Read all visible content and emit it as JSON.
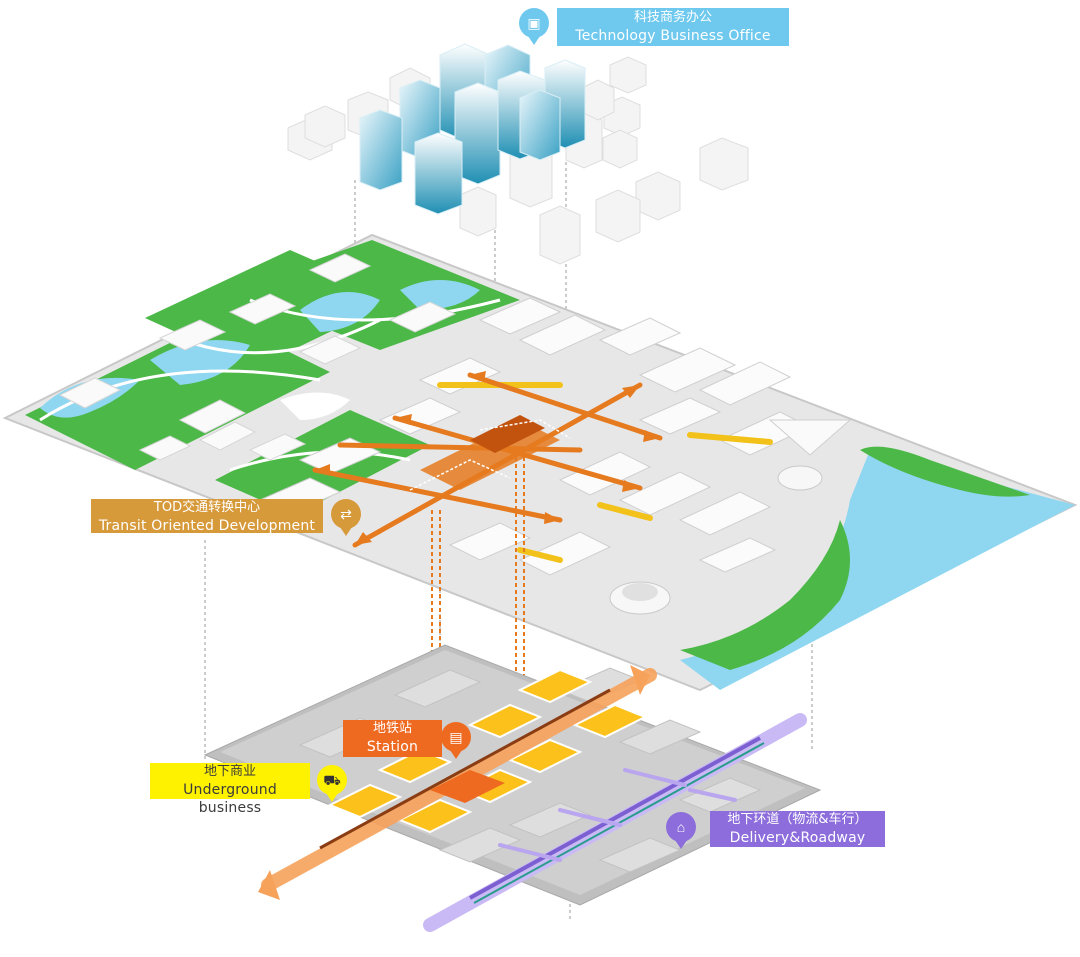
{
  "labels": {
    "office": {
      "cn": "科技商务办公",
      "en": "Technology Business Office",
      "color": "#6fc9ee"
    },
    "tod": {
      "cn": "TOD交通转换中心",
      "en": "Transit Oriented Development",
      "color": "#d79a3b"
    },
    "station": {
      "cn": "地铁站",
      "en": "Station",
      "color": "#ee6a21"
    },
    "underground": {
      "cn": "地下商业",
      "en": "Underground business",
      "color": "#fff200"
    },
    "roadway": {
      "cn": "地下环道（物流&车行）",
      "en": "Delivery&Roadway",
      "color": "#8c6ddb"
    }
  },
  "icons": {
    "office": "briefcase-icon",
    "tod": "transfer-icon",
    "station": "metro-train-icon",
    "underground": "shopping-cart-icon",
    "roadway": "tunnel-car-icon"
  },
  "colors": {
    "water": "#8fd6f0",
    "green": "#4cb848",
    "building": "#f2f2f2",
    "tod_orange": "#e57a1f",
    "underground_slab": "#cfcfcf",
    "commerce_yellow": "#fcc21b",
    "metro_line": "#f7a25b",
    "roadway_purple": "#b9a6ef"
  }
}
